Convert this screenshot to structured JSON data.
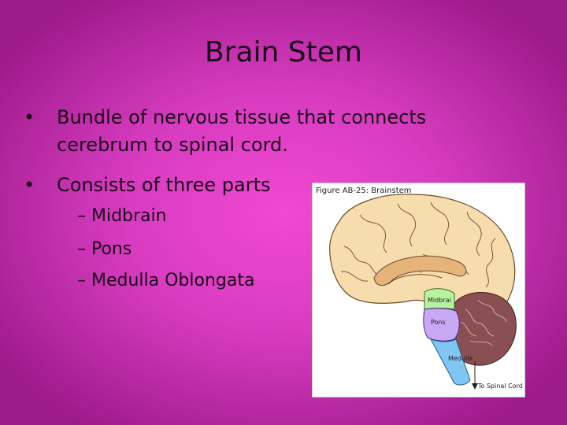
{
  "slide": {
    "title": "Brain Stem",
    "bullets": [
      {
        "marker": "•",
        "text": "Bundle of nervous tissue that connects cerebrum to spinal cord."
      },
      {
        "marker": "•",
        "text": "Consists of three parts"
      }
    ],
    "sub_bullets": [
      "– Midbrain",
      "– Pons",
      "– Medulla Oblongata"
    ]
  },
  "figure": {
    "title": "Figure AB-25: Brainstem",
    "labels": {
      "midbrain": "Midbrai",
      "pons": "Pons",
      "medulla": "Medulla",
      "spinal": "To Spinal Cord"
    },
    "colors": {
      "cerebrum": "#f7dcae",
      "midbrain": "#b7f29e",
      "pons": "#c8a8f2",
      "medulla": "#7fc6f2",
      "cerebellum": "#8a4f52"
    }
  }
}
